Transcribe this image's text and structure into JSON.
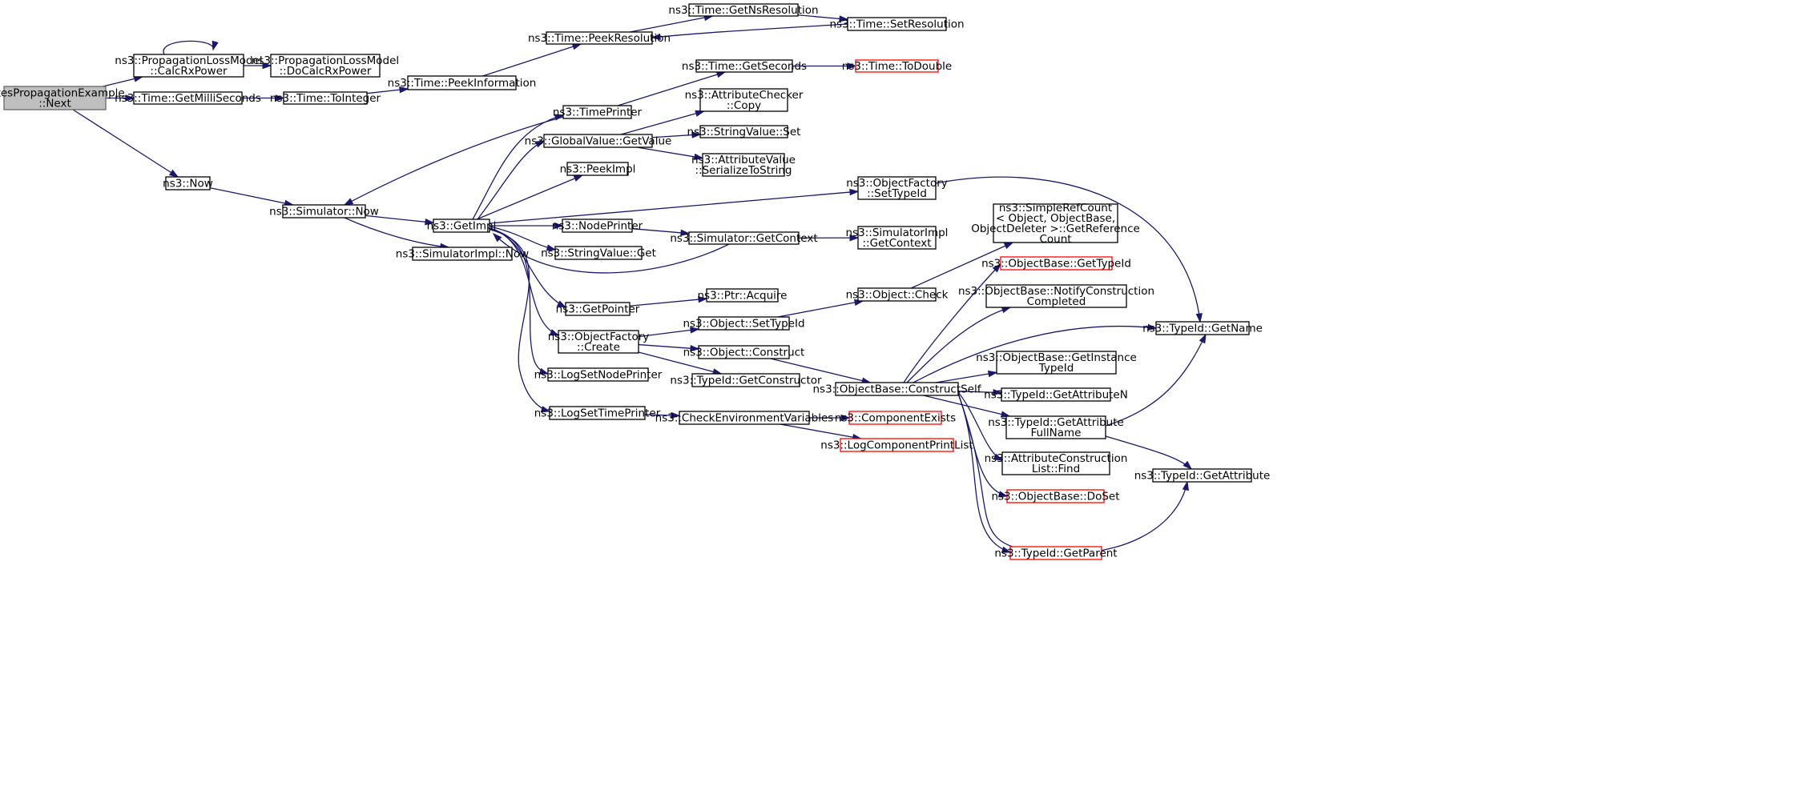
{
  "graph": {
    "colors": {
      "edge": "#191970",
      "node_border": "#000000",
      "root_fill": "#bfbfbf",
      "root_border": "#666666",
      "truncated_border": "#ff0000"
    },
    "nodes": [
      {
        "id": "root",
        "lines": [
          "JakesPropagationExample",
          "::Next"
        ],
        "style": "root"
      },
      {
        "id": "calcrx",
        "lines": [
          "ns3::PropagationLossModel",
          "::CalcRxPower"
        ]
      },
      {
        "id": "docalcrx",
        "lines": [
          "ns3::PropagationLossModel",
          "::DoCalcRxPower"
        ]
      },
      {
        "id": "getmilli",
        "lines": [
          "ns3::Time::GetMilliSeconds"
        ]
      },
      {
        "id": "tointeger",
        "lines": [
          "ns3::Time::ToInteger"
        ]
      },
      {
        "id": "peekinfo",
        "lines": [
          "ns3::Time::PeekInformation"
        ]
      },
      {
        "id": "peekres",
        "lines": [
          "ns3::Time::PeekResolution"
        ]
      },
      {
        "id": "getnsres",
        "lines": [
          "ns3::Time::GetNsResolution"
        ]
      },
      {
        "id": "setres",
        "lines": [
          "ns3::Time::SetResolution"
        ]
      },
      {
        "id": "getseconds",
        "lines": [
          "ns3::Time::GetSeconds"
        ]
      },
      {
        "id": "todouble",
        "lines": [
          "ns3::Time::ToDouble"
        ],
        "style": "truncated"
      },
      {
        "id": "now",
        "lines": [
          "ns3::Now"
        ]
      },
      {
        "id": "simnow",
        "lines": [
          "ns3::Simulator::Now"
        ]
      },
      {
        "id": "simimplnow",
        "lines": [
          "ns3::SimulatorImpl::Now"
        ]
      },
      {
        "id": "getimpl",
        "lines": [
          "ns3::GetImpl"
        ]
      },
      {
        "id": "timeprinter",
        "lines": [
          "ns3::TimePrinter"
        ]
      },
      {
        "id": "gvgetvalue",
        "lines": [
          "ns3::GlobalValue::GetValue"
        ]
      },
      {
        "id": "attrcheckcopy",
        "lines": [
          "ns3::AttributeChecker",
          "::Copy"
        ]
      },
      {
        "id": "stringvalset",
        "lines": [
          "ns3::StringValue::Set"
        ]
      },
      {
        "id": "attrvalser",
        "lines": [
          "ns3::AttributeValue",
          "::SerializeToString"
        ]
      },
      {
        "id": "peekimpl",
        "lines": [
          "ns3::PeekImpl"
        ]
      },
      {
        "id": "objfactsettid",
        "lines": [
          "ns3::ObjectFactory",
          "::SetTypeId"
        ]
      },
      {
        "id": "nodeprinter",
        "lines": [
          "ns3::NodePrinter"
        ]
      },
      {
        "id": "simgetctx",
        "lines": [
          "ns3::Simulator::GetContext"
        ]
      },
      {
        "id": "simimplgetctx",
        "lines": [
          "ns3::SimulatorImpl",
          "::GetContext"
        ]
      },
      {
        "id": "stringvalget",
        "lines": [
          "ns3::StringValue::Get"
        ]
      },
      {
        "id": "simplerefcount",
        "lines": [
          "ns3::SimpleRefCount",
          "< Object, ObjectBase,",
          "ObjectDeleter >::GetReference",
          "Count"
        ]
      },
      {
        "id": "objbasegettid",
        "lines": [
          "ns3::ObjectBase::GetTypeId"
        ],
        "style": "truncated"
      },
      {
        "id": "getpointer",
        "lines": [
          "ns3::GetPointer"
        ]
      },
      {
        "id": "ptracquire",
        "lines": [
          "ns3::Ptr::Acquire"
        ]
      },
      {
        "id": "objcheck",
        "lines": [
          "ns3::Object::Check"
        ]
      },
      {
        "id": "notifyconstr",
        "lines": [
          "ns3::ObjectBase::NotifyConstruction",
          "Completed"
        ]
      },
      {
        "id": "objsettid",
        "lines": [
          "ns3::Object::SetTypeId"
        ]
      },
      {
        "id": "tidgetname",
        "lines": [
          "ns3::TypeId::GetName"
        ]
      },
      {
        "id": "objfactcreate",
        "lines": [
          "ns3::ObjectFactory",
          "::Create"
        ]
      },
      {
        "id": "objconstruct",
        "lines": [
          "ns3::Object::Construct"
        ]
      },
      {
        "id": "getinsttid",
        "lines": [
          "ns3::ObjectBase::GetInstance",
          "TypeId"
        ]
      },
      {
        "id": "logsetnodeprinter",
        "lines": [
          "ns3::LogSetNodePrinter"
        ]
      },
      {
        "id": "tidgetconstr",
        "lines": [
          "ns3::TypeId::GetConstructor"
        ]
      },
      {
        "id": "constructself",
        "lines": [
          "ns3::ObjectBase::ConstructSelf"
        ]
      },
      {
        "id": "tidgetattrn",
        "lines": [
          "ns3::TypeId::GetAttributeN"
        ]
      },
      {
        "id": "logsettimeprinter",
        "lines": [
          "ns3::LogSetTimePrinter"
        ]
      },
      {
        "id": "checkenv",
        "lines": [
          "ns3::CheckEnvironmentVariables"
        ]
      },
      {
        "id": "compexists",
        "lines": [
          "ns3::ComponentExists"
        ],
        "style": "truncated"
      },
      {
        "id": "tidgetattrfull",
        "lines": [
          "ns3::TypeId::GetAttribute",
          "FullName"
        ]
      },
      {
        "id": "logcompprint",
        "lines": [
          "ns3::LogComponentPrintList"
        ],
        "style": "truncated"
      },
      {
        "id": "attrconstrfind",
        "lines": [
          "ns3::AttributeConstruction",
          "List::Find"
        ]
      },
      {
        "id": "tidgetattr",
        "lines": [
          "ns3::TypeId::GetAttribute"
        ]
      },
      {
        "id": "objbasedoset",
        "lines": [
          "ns3::ObjectBase::DoSet"
        ],
        "style": "truncated"
      },
      {
        "id": "tidgetparent",
        "lines": [
          "ns3::TypeId::GetParent"
        ],
        "style": "truncated"
      }
    ],
    "edges": [
      [
        "root",
        "calcrx"
      ],
      [
        "calcrx",
        "calcrx"
      ],
      [
        "calcrx",
        "docalcrx"
      ],
      [
        "root",
        "getmilli"
      ],
      [
        "getmilli",
        "tointeger"
      ],
      [
        "tointeger",
        "peekinfo"
      ],
      [
        "peekinfo",
        "peekres"
      ],
      [
        "peekres",
        "getnsres"
      ],
      [
        "getnsres",
        "setres"
      ],
      [
        "setres",
        "peekres"
      ],
      [
        "getseconds",
        "todouble"
      ],
      [
        "root",
        "now"
      ],
      [
        "now",
        "simnow"
      ],
      [
        "simnow",
        "simimplnow"
      ],
      [
        "simnow",
        "getimpl"
      ],
      [
        "timeprinter",
        "simnow"
      ],
      [
        "timeprinter",
        "getseconds"
      ],
      [
        "getimpl",
        "timeprinter"
      ],
      [
        "getimpl",
        "gvgetvalue"
      ],
      [
        "getimpl",
        "peekimpl"
      ],
      [
        "getimpl",
        "objfactsettid"
      ],
      [
        "getimpl",
        "nodeprinter"
      ],
      [
        "getimpl",
        "stringvalget"
      ],
      [
        "getimpl",
        "getpointer"
      ],
      [
        "getimpl",
        "objfactcreate"
      ],
      [
        "getimpl",
        "logsetnodeprinter"
      ],
      [
        "getimpl",
        "logsettimeprinter"
      ],
      [
        "gvgetvalue",
        "attrcheckcopy"
      ],
      [
        "gvgetvalue",
        "stringvalset"
      ],
      [
        "gvgetvalue",
        "attrvalser"
      ],
      [
        "nodeprinter",
        "simgetctx"
      ],
      [
        "simgetctx",
        "simimplgetctx"
      ],
      [
        "simgetctx",
        "getimpl"
      ],
      [
        "getpointer",
        "ptracquire"
      ],
      [
        "objfactcreate",
        "objsettid"
      ],
      [
        "objfactcreate",
        "objconstruct"
      ],
      [
        "objfactcreate",
        "tidgetconstr"
      ],
      [
        "objsettid",
        "objcheck"
      ],
      [
        "objcheck",
        "simplerefcount"
      ],
      [
        "objconstruct",
        "constructself"
      ],
      [
        "objfactsettid",
        "tidgetname"
      ],
      [
        "constructself",
        "objbasegettid"
      ],
      [
        "constructself",
        "notifyconstr"
      ],
      [
        "constructself",
        "tidgetname"
      ],
      [
        "constructself",
        "getinsttid"
      ],
      [
        "constructself",
        "tidgetattrn"
      ],
      [
        "constructself",
        "tidgetattrfull"
      ],
      [
        "constructself",
        "attrconstrfind"
      ],
      [
        "constructself",
        "objbasedoset"
      ],
      [
        "constructself",
        "tidgetattr"
      ],
      [
        "constructself",
        "tidgetparent"
      ],
      [
        "tidgetattrfull",
        "tidgetname"
      ],
      [
        "tidgetattrfull",
        "tidgetattr"
      ],
      [
        "logsettimeprinter",
        "checkenv"
      ],
      [
        "checkenv",
        "compexists"
      ],
      [
        "checkenv",
        "logcompprint"
      ]
    ]
  }
}
